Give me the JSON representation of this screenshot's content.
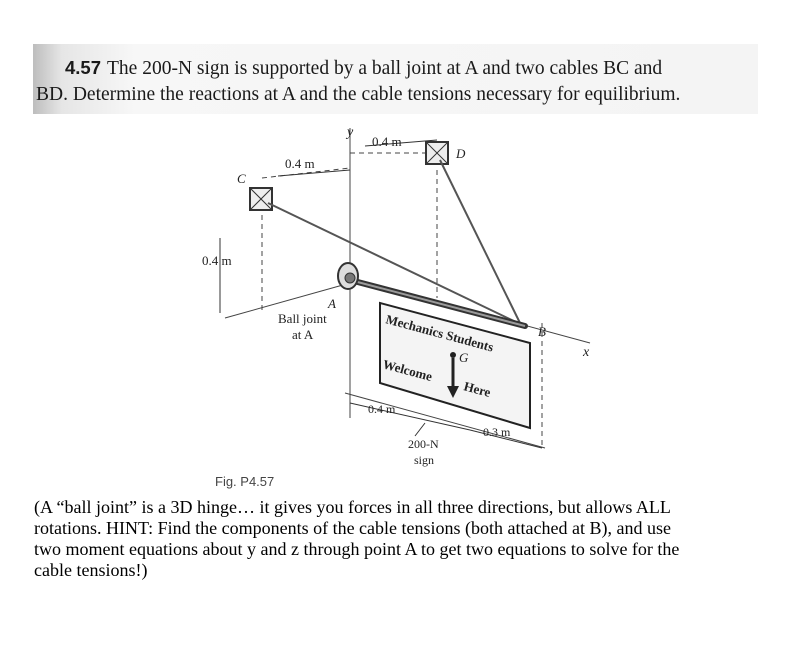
{
  "problem": {
    "number": "4.57",
    "line1": "The 200-N sign is supported by a ball joint at A and two cables BC and",
    "line2": "BD. Determine the reactions at A and the cable tensions necessary for equilibrium."
  },
  "figure": {
    "labels": {
      "y_axis": "y",
      "x_axis": "x",
      "dim_top_left": "0.4 m",
      "dim_top_right": "0.4 m",
      "dim_left_side": "0.4 m",
      "point_c": "C",
      "point_d": "D",
      "point_a": "A",
      "point_b": "B",
      "point_g": "G",
      "ball_joint_line1": "Ball joint",
      "ball_joint_line2": "at A",
      "dim_bottom_04": "0.4 m",
      "dim_bottom_03": "0.3 m",
      "weight_line1": "200-N",
      "weight_line2": "sign"
    },
    "sign_text": {
      "line1": "Mechanics Students",
      "line2": "Welcome",
      "line3": "Here"
    },
    "caption": "Fig. P4.57"
  },
  "note": {
    "line1": "(A “ball joint” is a 3D hinge… it gives you forces in all three directions, but allows ALL",
    "line2": "rotations.  HINT:  Find the components of the cable tensions (both attached at B), and use",
    "line3": "two moment equations about y and z through point A to get two equations to solve for the",
    "line4": "cable tensions!)"
  }
}
